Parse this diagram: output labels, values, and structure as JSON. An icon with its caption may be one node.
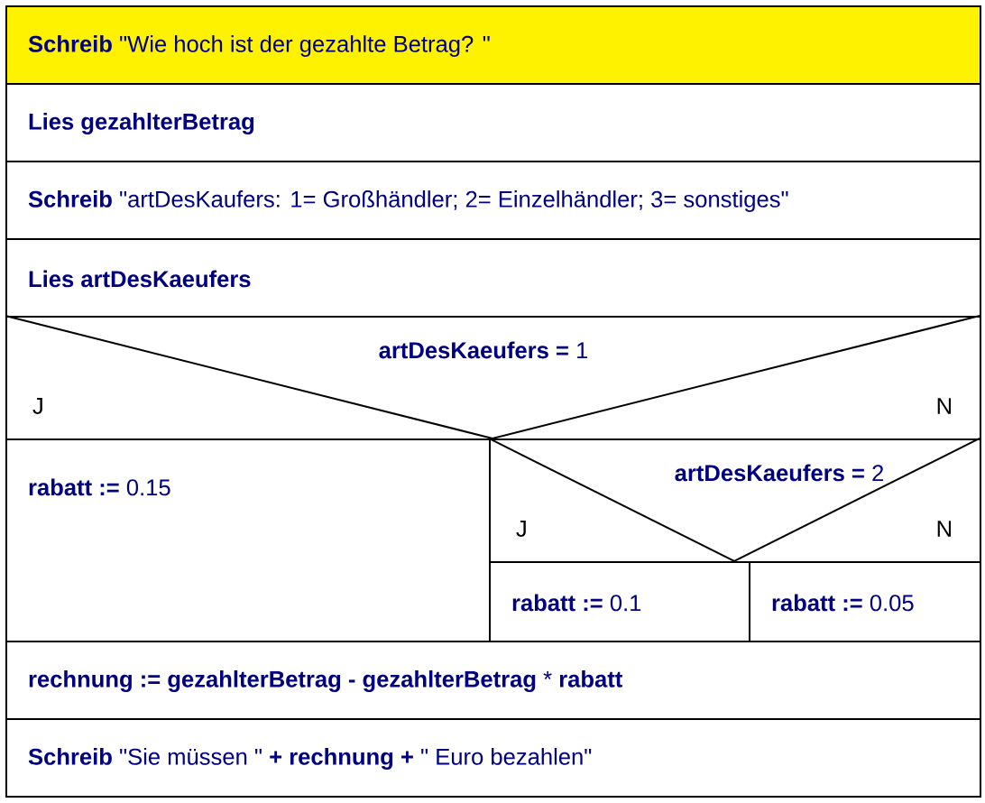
{
  "diagram": {
    "nodes": [
      {
        "text": [
          "**Schreib** \"Wie hoch ist der gezahlte Betrag? \""
        ]
      },
      {
        "text": [
          "**Lies gezahlterBetrag**"
        ]
      },
      {
        "text": [
          "**Schreib** \"artDesKaufers: 1= Großhändler; 2= Einzelhändler; 3= sonstiges\""
        ]
      },
      {
        "text": [
          "**Lies artDesKaeufers**"
        ]
      },
      {
        "text": [
          "**artDesKaeufers =** 1",
          "J",
          "N"
        ]
      },
      {
        "text": [
          "**rabatt :=** 0.15"
        ]
      },
      {
        "text": [
          "**artDesKaeufers =** 2",
          "J",
          "N"
        ]
      },
      {
        "text": [
          "**rabatt :=** 0.1"
        ]
      },
      {
        "text": [
          "**rabatt :=** 0.05"
        ]
      },
      {
        "text": [
          "**rechnung := gezahlterBetrag - gezahlterBetrag** * **rabatt**"
        ]
      },
      {
        "text": [
          "**Schreib** \"Sie müssen \" **+ rechnung +** \" Euro bezahlen\""
        ]
      }
    ]
  }
}
